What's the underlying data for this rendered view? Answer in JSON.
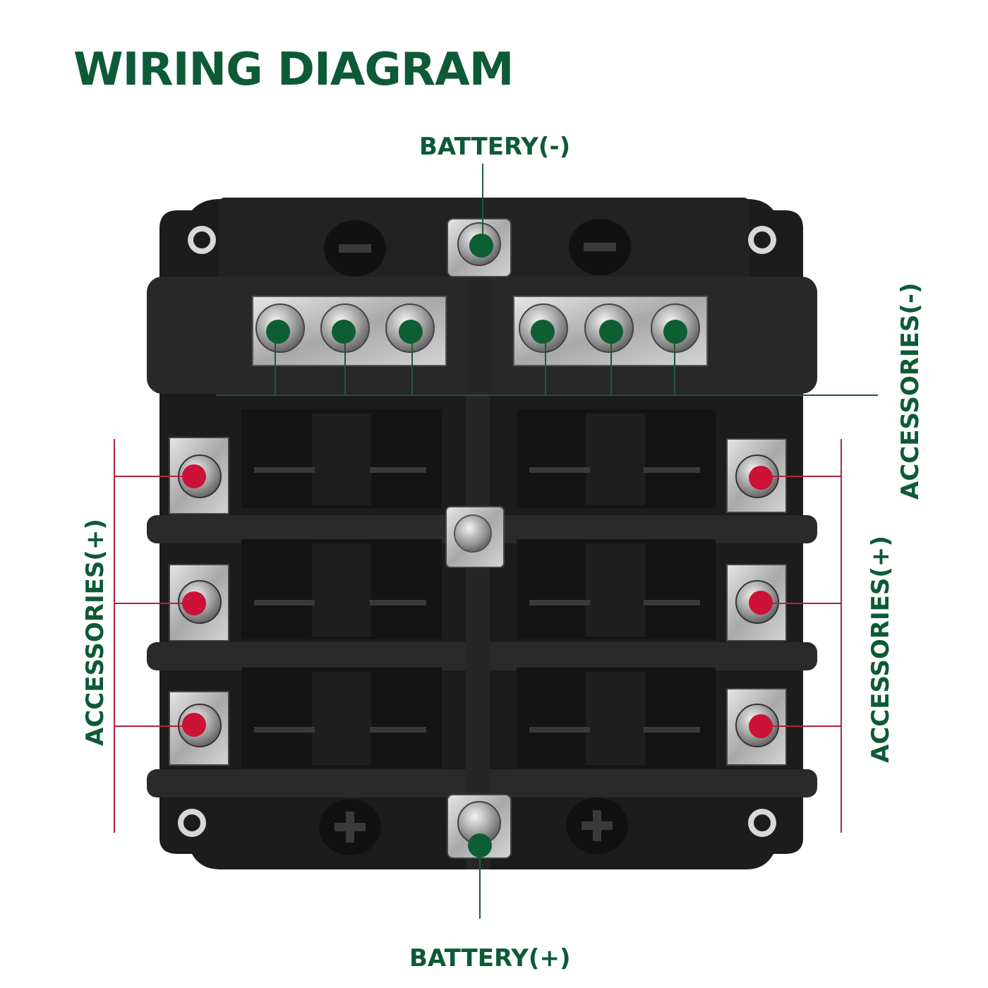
{
  "title": "WIRING DIAGRAM",
  "labels": {
    "battery_neg": "BATTERY(-)",
    "battery_pos": "BATTERY(+)",
    "accessories_neg": "ACCESSORIES(-)",
    "accessories_pos_left": "ACCESSORIES(+)",
    "accessories_pos_right": "ACCESSORIES(+)"
  },
  "colors": {
    "title_green": "#0d5a37",
    "negative_marker": "#0e5e34",
    "positive_marker": "#cc1236",
    "positive_line": "#b0243f",
    "box_body": "#1c1c1c"
  }
}
